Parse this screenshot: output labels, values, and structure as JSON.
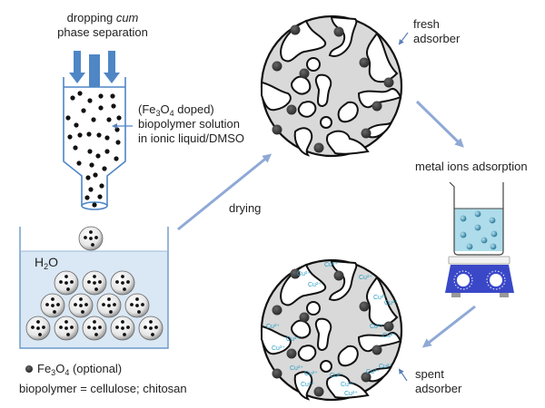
{
  "labels": {
    "dropping_line1_a": "dropping ",
    "dropping_line1_b": "cum",
    "dropping_line2": "phase separation",
    "solution_line1_a": "(Fe",
    "solution_sub3": "3",
    "solution_o": "O",
    "solution_sub4": "4",
    "solution_line1_b": " doped)",
    "solution_line2": "biopolymer solution",
    "solution_line3": "in ionic liquid/DMSO",
    "water_h": "H",
    "water_sub": "2",
    "water_o": "O",
    "drying": "drying",
    "fresh_line1": "fresh",
    "fresh_line2": "adsorber",
    "adsorption": "metal ions adsorption",
    "spent_line1": "spent",
    "spent_line2": "adsorber",
    "legend_fe": "Fe",
    "legend_sub3": "3",
    "legend_o": "O",
    "legend_sub4": "4",
    "legend_optional": " (optional)",
    "legend_biopolymer": "biopolymer = cellulose; chitosan",
    "cu_ion": "Cu²⁺"
  },
  "colors": {
    "arrow_blue": "#8fa9d6",
    "funnel_blue": "#4f86c6",
    "water_fill": "#dae8f5",
    "bead_gray": "#d9d9d9",
    "particle_dark": "#3a3a3a",
    "hotplate_blue": "#3a48c8",
    "beaker_liquid": "#aedcea",
    "cu_text": "#2aa0c8"
  }
}
